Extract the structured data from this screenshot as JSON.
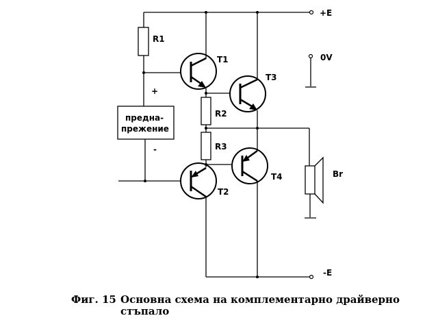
{
  "diagram": {
    "terminals": {
      "positive_supply": "+E",
      "ground": "0V",
      "negative_supply": "-E"
    },
    "resistors": [
      "R1",
      "R2",
      "R3"
    ],
    "transistors": [
      {
        "name": "T1",
        "type": "npn"
      },
      {
        "name": "T2",
        "type": "pnp"
      },
      {
        "name": "T3",
        "type": "npn"
      },
      {
        "name": "T4",
        "type": "pnp"
      }
    ],
    "speaker": "Br",
    "bias_block": {
      "line1": "предна-",
      "line2": "прежение",
      "plus": "+",
      "minus": "-"
    }
  },
  "caption": {
    "figure": "Фиг. 15",
    "line1": "Основна схема на комплементарно драйверно",
    "line2": "стъпало"
  }
}
